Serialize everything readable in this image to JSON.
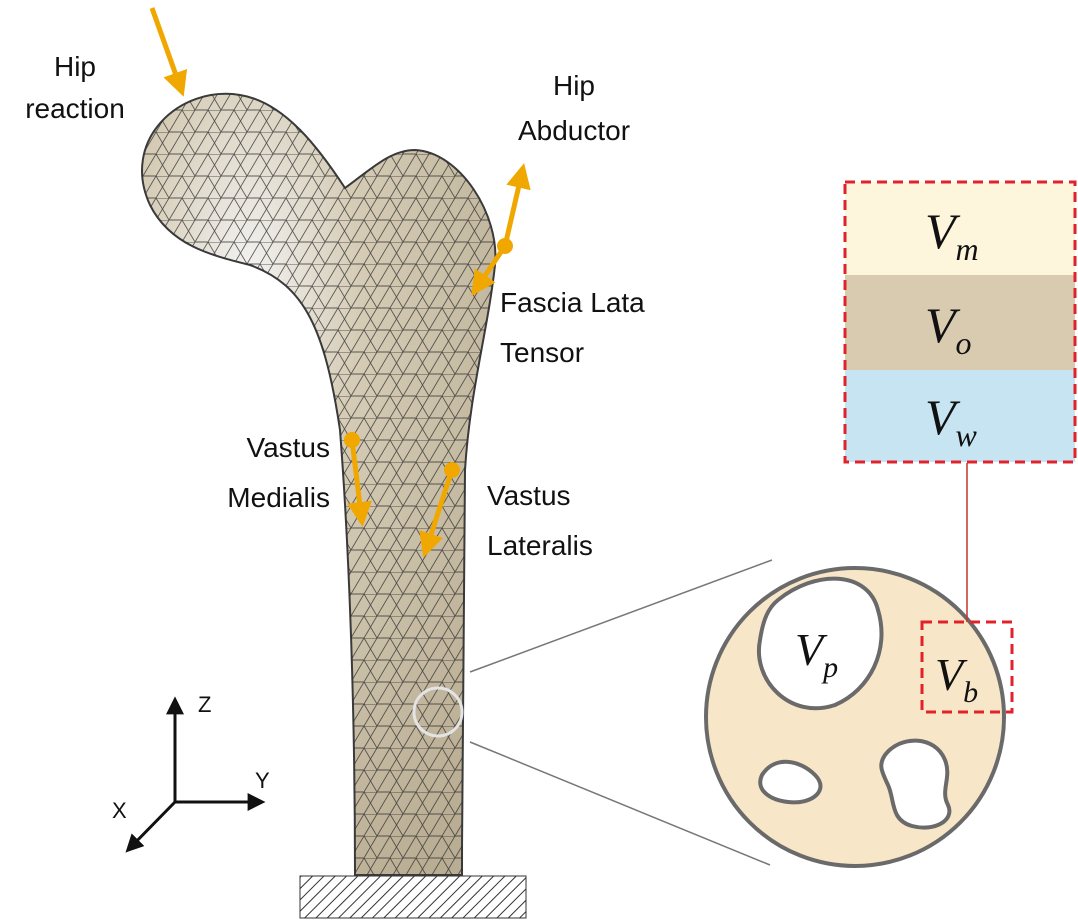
{
  "loads": {
    "hip_reaction": [
      "Hip",
      "reaction"
    ],
    "hip_abductor": [
      "Hip",
      "Abductor"
    ],
    "fascia_lata": [
      "Fascia Lata",
      "Tensor"
    ],
    "vastus_medialis": [
      "Vastus",
      "Medialis"
    ],
    "vastus_lateralis": [
      "Vastus",
      "Lateralis"
    ]
  },
  "axes": {
    "z": "Z",
    "y": "Y",
    "x": "X"
  },
  "volume_stack": [
    {
      "main": "V",
      "sub": "m",
      "color": "#fdf6dc"
    },
    {
      "main": "V",
      "sub": "o",
      "color": "#d9cbb0"
    },
    {
      "main": "V",
      "sub": "w",
      "color": "#c6e4f2"
    }
  ],
  "pore_label": {
    "main": "V",
    "sub": "p"
  },
  "matrix_label": {
    "main": "V",
    "sub": "b"
  },
  "colors": {
    "arrow": "#f0a800",
    "bone": "#d2c8b2",
    "mesh": "#2e2e2e",
    "highlight_box": "#e0232b",
    "cross_section": "#f7e6c8",
    "outline": "#6a6a6a"
  }
}
